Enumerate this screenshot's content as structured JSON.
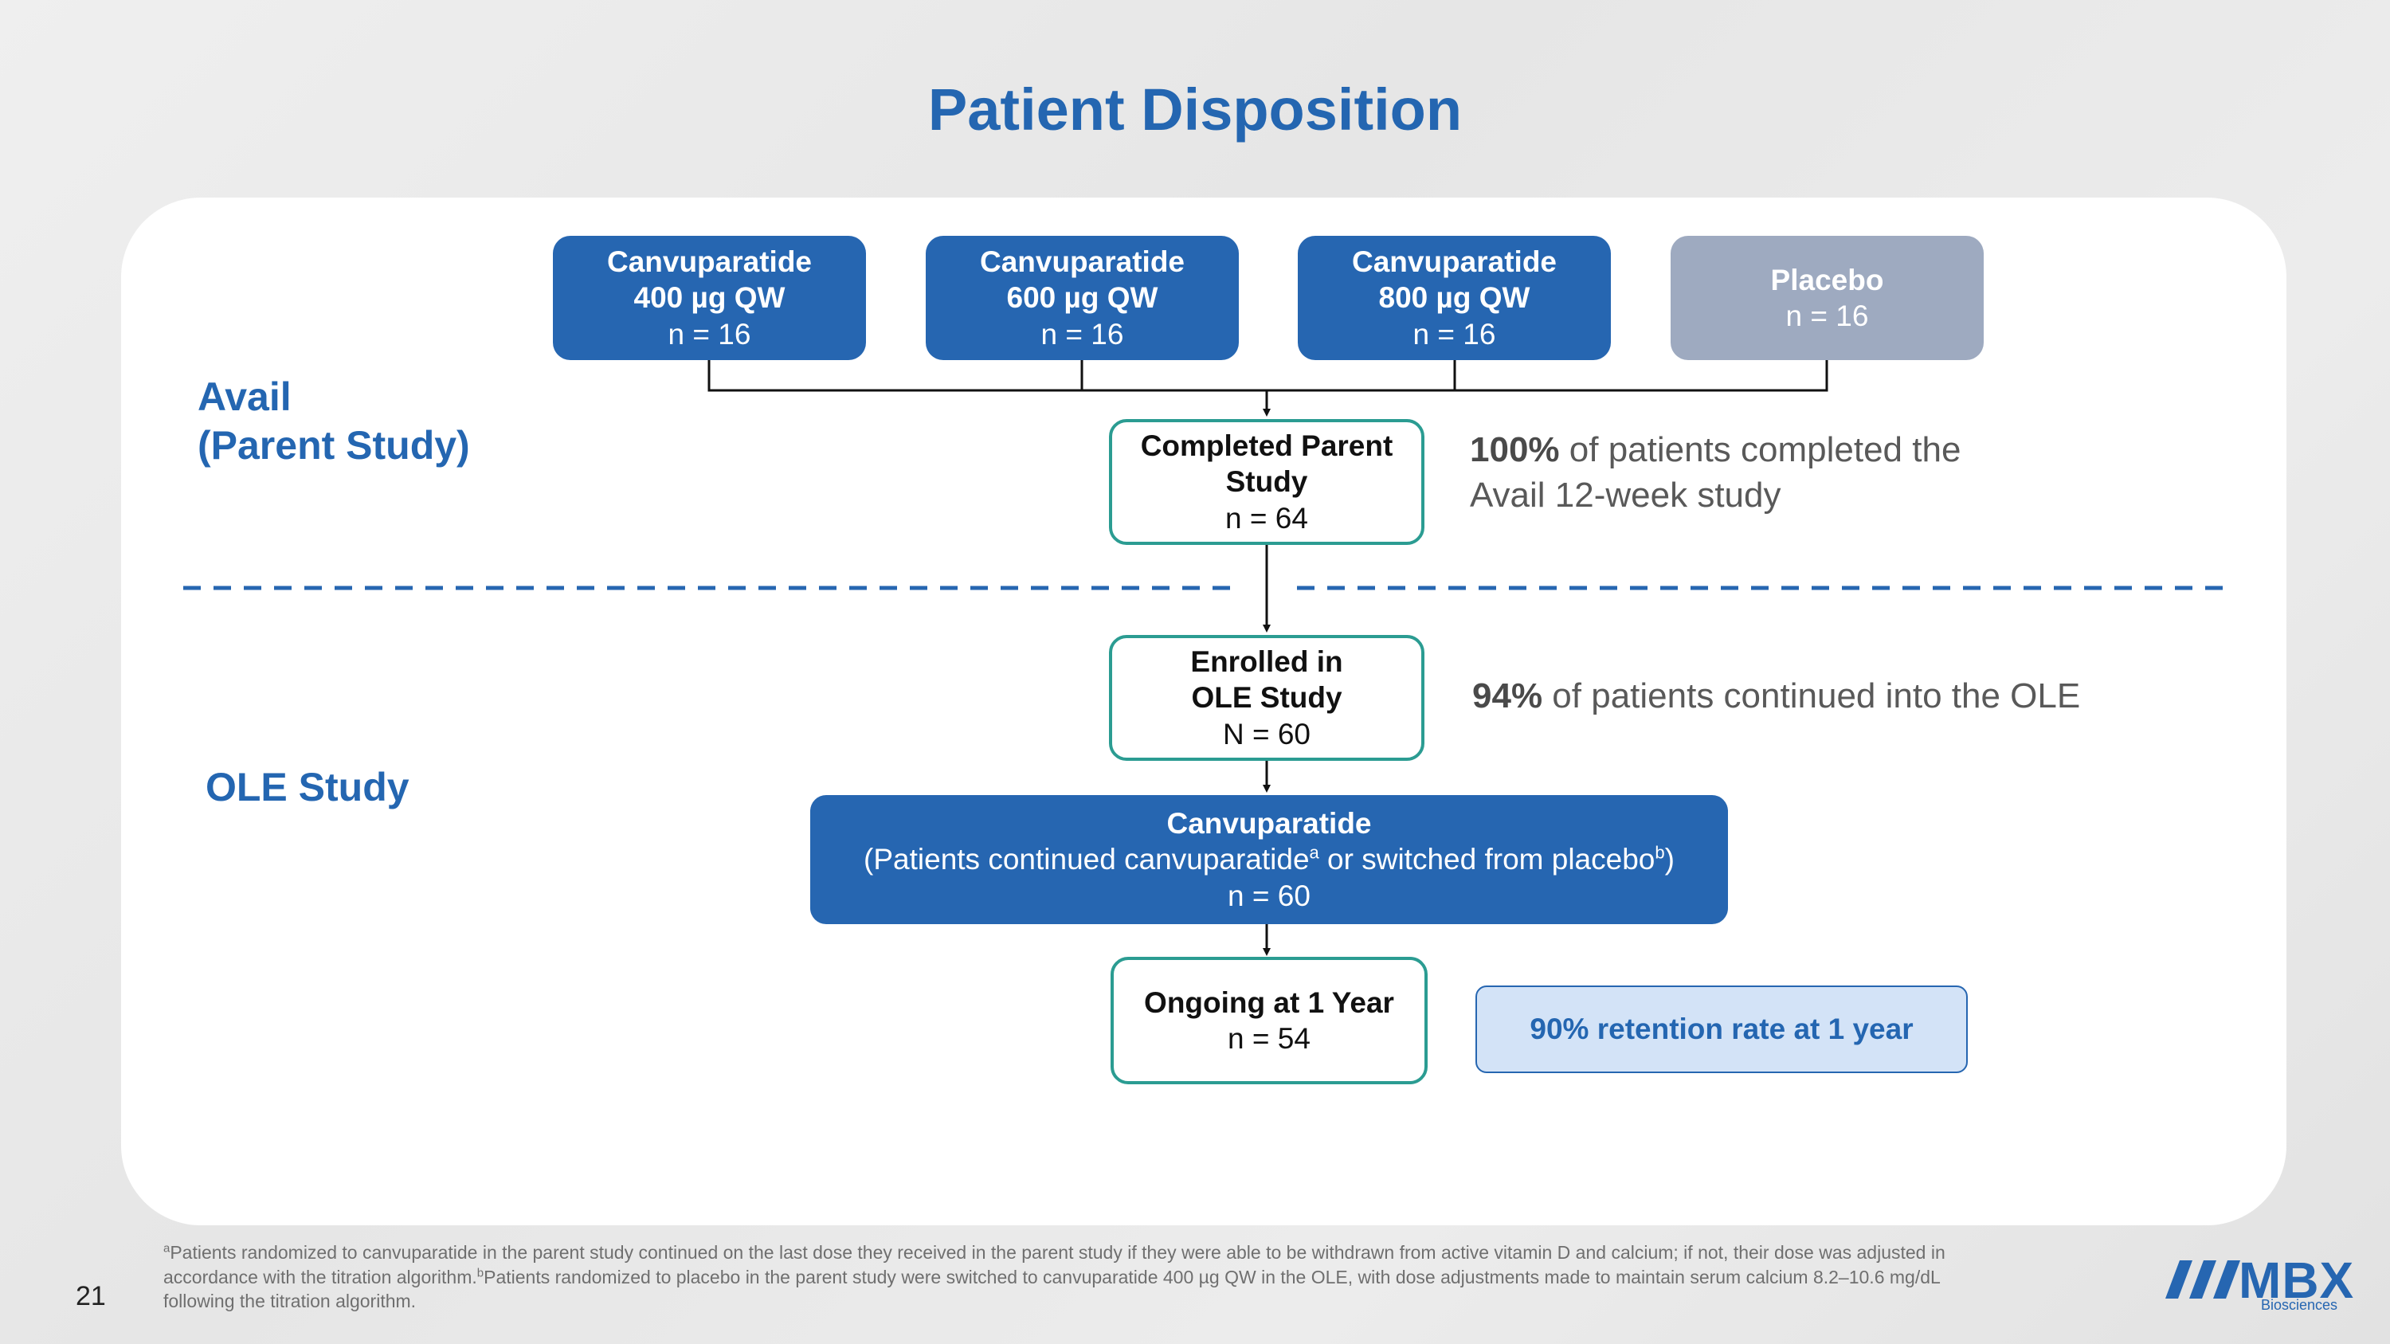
{
  "title": "Patient Disposition",
  "sections": {
    "parent": [
      "Avail",
      "(Parent Study)"
    ],
    "ole": "OLE Study"
  },
  "arms": [
    {
      "drug": "Canvuparatide",
      "dose": "400 µg QW",
      "n": "n = 16"
    },
    {
      "drug": "Canvuparatide",
      "dose": "600 µg QW",
      "n": "n = 16"
    },
    {
      "drug": "Canvuparatide",
      "dose": "800 µg QW",
      "n": "n = 16"
    },
    {
      "drug": "Placebo",
      "n": "n = 16"
    }
  ],
  "completed": {
    "lines": [
      "Completed Parent",
      "Study"
    ],
    "n": "n = 64"
  },
  "enrolled": {
    "lines": [
      "Enrolled in",
      "OLE Study"
    ],
    "n": "N = 60"
  },
  "continued": {
    "title": "Canvuparatide",
    "desc_pre": "(Patients continued canvuparatide",
    "sup_a": "a",
    "desc_mid": " or switched from placebo",
    "sup_b": "b",
    "desc_post": ")",
    "n": "n = 60"
  },
  "ongoing": {
    "title": "Ongoing at 1 Year",
    "n": "n = 54"
  },
  "notes": {
    "completed_pct": "100%",
    "completed_text1": " of patients completed the",
    "completed_text2": "Avail 12-week study",
    "enrolled_pct": "94%",
    "enrolled_text": " of patients continued into the OLE",
    "retention": "90% retention rate at 1 year"
  },
  "footnote": {
    "a_mark": "a",
    "a_text": "Patients randomized to canvuparatide in the parent study continued on the last dose they received in the parent study if they were able to be withdrawn from active vitamin D and calcium; if not, their dose was adjusted in",
    "a_text2": "accordance with the titration algorithm.",
    "b_mark": "b",
    "b_text": "Patients randomized to placebo in the parent study were switched to canvuparatide 400 µg QW in the OLE, with dose adjustments made to maintain serum calcium 8.2–10.6 mg/dL",
    "b_text2": "following the titration algorithm."
  },
  "page_number": "21",
  "logo": {
    "name": "MBX",
    "sub": "Biosciences"
  },
  "colors": {
    "primary": "#2666b1",
    "placebo": "#9eaac0",
    "outline": "#2b9c92",
    "retention_bg": "#d3e3f7"
  }
}
